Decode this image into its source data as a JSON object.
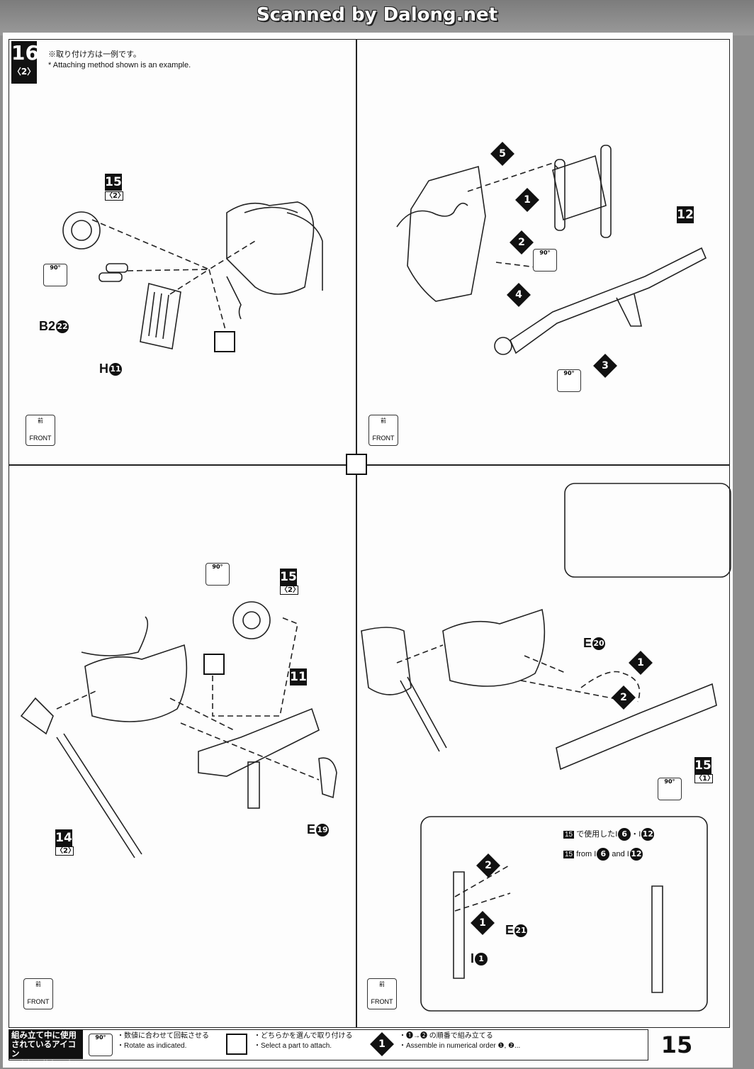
{
  "header": {
    "scan_credit": "Scanned by Dalong.net"
  },
  "step": {
    "number": "16",
    "sub": "〈2〉"
  },
  "notes": {
    "jp": "※取り付け方は一例です。",
    "en": "* Attaching method shown is an example."
  },
  "parts": {
    "b2_letter": "B2",
    "b2_num": "22",
    "h_letter": "H",
    "h_num": "11",
    "e19_letter": "E",
    "e19_num": "19",
    "e20_letter": "E",
    "e20_num": "20",
    "e21_letter": "E",
    "e21_num": "21",
    "i1_letter": "I",
    "i1_num": "1"
  },
  "tags": {
    "t15": "15",
    "t12": "12",
    "t11": "11",
    "t14": "14",
    "s2": "〈2〉",
    "s1": "〈1〉"
  },
  "steps": {
    "s1": "1",
    "s2": "2",
    "s3": "3",
    "s4": "4",
    "s5": "5"
  },
  "icons": {
    "rotate_label": "90°",
    "front_kanji": "前",
    "front_label": "FRONT"
  },
  "inset": {
    "line1_a": "で使用した",
    "line1_b": "I",
    "line1_c": "6",
    "line1_d": "・I",
    "line1_e": "12",
    "line2_a": "from I",
    "line2_b": "6",
    "line2_c": " and I",
    "line2_d": "12"
  },
  "legend": {
    "title_jp_1": "組み立て中に使用",
    "title_jp_2": "されているアイコン",
    "title_en": "Symbols used in instructions",
    "rotate_jp": "・数値に合わせて回転させる",
    "rotate_en": "・Rotate as indicated.",
    "select_jp": "・どちらかを選んで取り付ける",
    "select_en": "・Select a part to attach.",
    "order_jp": "・❶→❷ の順番で組み立てる",
    "order_en": "・Assemble in numerical order ❶, ❷..."
  },
  "page_number": "15"
}
